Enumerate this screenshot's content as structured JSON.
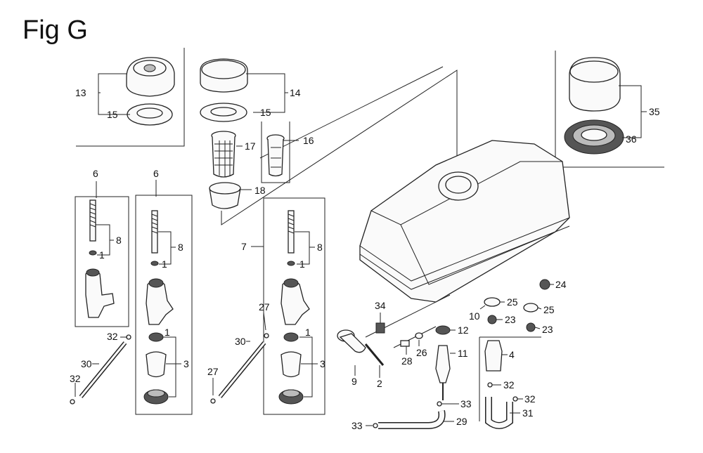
{
  "figure": {
    "title": "Fig G"
  },
  "callouts": {
    "c13": "13",
    "c15a": "15",
    "c14": "14",
    "c15b": "15",
    "c16": "16",
    "c17": "17",
    "c18": "18",
    "c35": "35",
    "c36": "36",
    "c6a": "6",
    "c8a": "8",
    "c1a": "1",
    "c6b": "6",
    "c8b": "8",
    "c1b": "1",
    "c1c": "1",
    "c3a": "3",
    "c32a": "32",
    "c30a": "30",
    "c32b": "32",
    "c7": "7",
    "c8c": "8",
    "c1d": "1",
    "c1e": "1",
    "c3b": "3",
    "c27a": "27",
    "c30b": "30",
    "c27b": "27",
    "c34": "34",
    "c9": "9",
    "c2": "2",
    "c28": "28",
    "c26": "26",
    "c12": "12",
    "c11": "11",
    "c10": "10",
    "c25a": "25",
    "c25b": "25",
    "c23a": "23",
    "c23b": "23",
    "c24": "24",
    "c4": "4",
    "c32c": "32",
    "c32d": "32",
    "c31": "31",
    "c33a": "33",
    "c33b": "33",
    "c29": "29"
  }
}
